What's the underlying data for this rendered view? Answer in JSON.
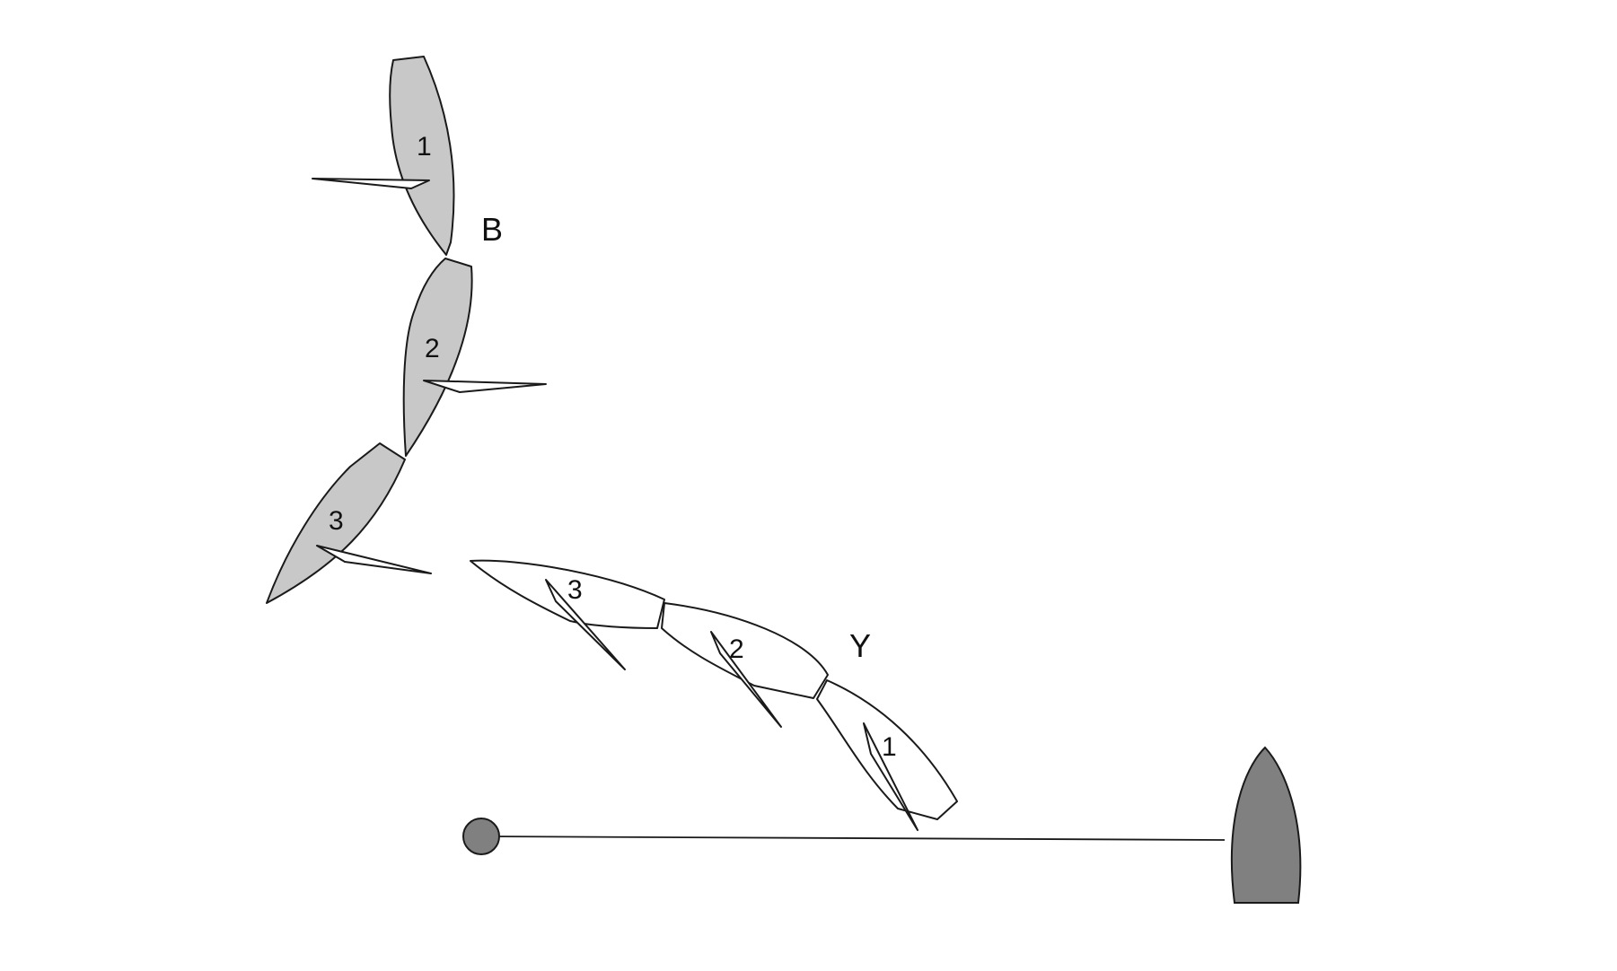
{
  "boats": {
    "B": {
      "label": "B",
      "positions": [
        "1",
        "2",
        "3"
      ]
    },
    "Y": {
      "label": "Y",
      "positions": [
        "3",
        "2",
        "1"
      ]
    }
  },
  "colors": {
    "boat_b": "#c8c8c8",
    "boat_y": "#ffffff",
    "committee_boat": "#808080",
    "mark": "#808080"
  }
}
